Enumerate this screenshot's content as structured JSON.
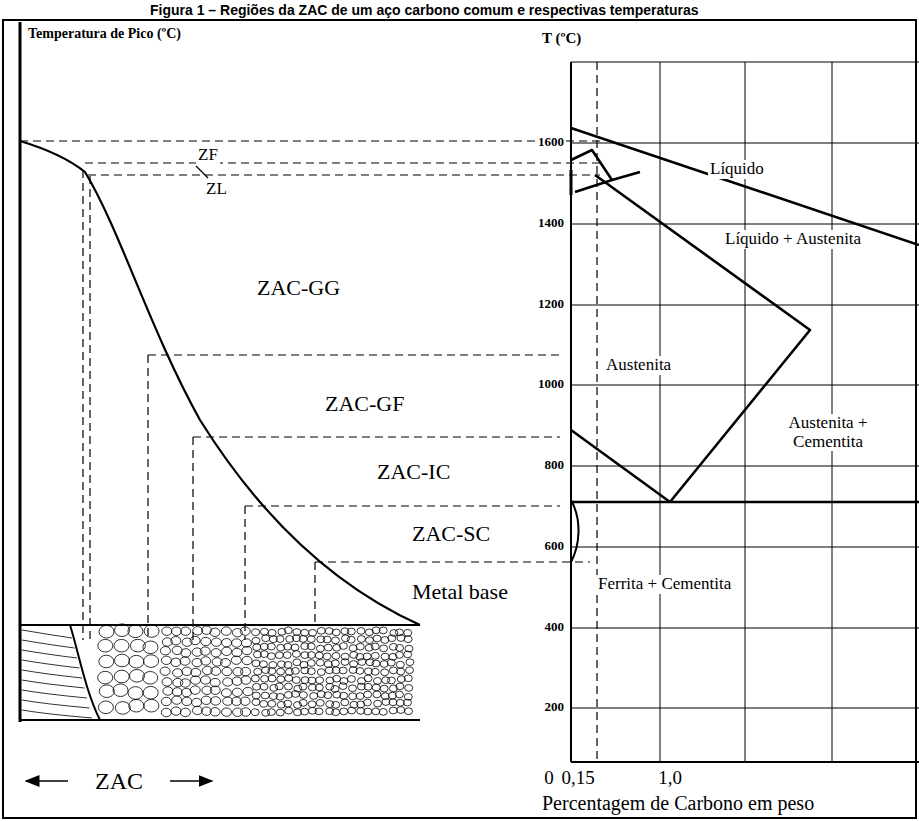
{
  "diagram": {
    "title": "Figura 1 – Regiões da ZAC de um aço carbono comum e respectivas temperaturas",
    "labels": [
      "Temperatura de Pico (ºC)",
      "ZF",
      "ZL",
      "ZAC-GG",
      "ZAC-GF",
      "ZAC-IC",
      "ZAC-SC",
      "Metal base",
      "ZAC",
      "T (ºC)",
      "1600",
      "1400",
      "1200",
      "1000",
      "800",
      "600",
      "400",
      "200",
      "Líquido",
      "Líquido + Austenita",
      "Austenita",
      "Austenita + Cementita",
      "Ferrita + Cementita",
      "0",
      "0,15",
      "1,0",
      "Percentagem de Carbono em peso"
    ]
  }
}
